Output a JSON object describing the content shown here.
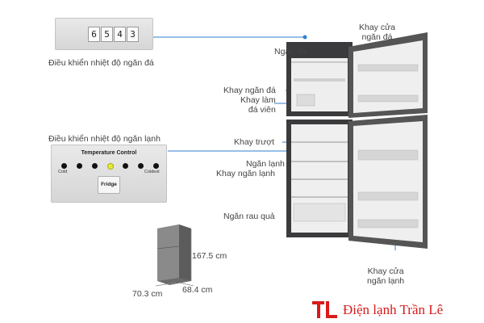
{
  "freezer_control": {
    "digits": [
      "6",
      "5",
      "4",
      "3"
    ],
    "label": "Điều khiển nhiệt độ ngăn đá"
  },
  "fridge_control": {
    "label": "Điều  khiển nhiệt độ ngăn lạnh",
    "panel_title": "Temperature Control",
    "cold": "Cold",
    "coldest": "Coldest",
    "button": "Fridge",
    "dot_count": 7,
    "active_dot": 3
  },
  "parts": {
    "freezer_compartment": "Ngăn đá",
    "freezer_tray": "Khay ngăn đá",
    "ice_tray": "Khay làm\nđá viên",
    "sliding_tray": "Khay trượt",
    "fridge_compartment": "Ngăn lạnh",
    "fridge_tray": "Khay ngăn lạnh",
    "vegetable_drawer": "Ngăn rau quả",
    "freezer_door_tray": "Khay cửa\nngăn đá",
    "fridge_door_tray": "Khay cửa\nngăn lạnh"
  },
  "dimensions": {
    "height": "167.5 cm",
    "width": "70.3 cm",
    "depth": "68.4 cm"
  },
  "brand": {
    "logo_letters": "TL",
    "name": "Điện lạnh Trần Lê",
    "color": "#d81b1b"
  },
  "colors": {
    "leader_line": "#2f7fd0",
    "fridge_body": "#3b3b3d"
  }
}
